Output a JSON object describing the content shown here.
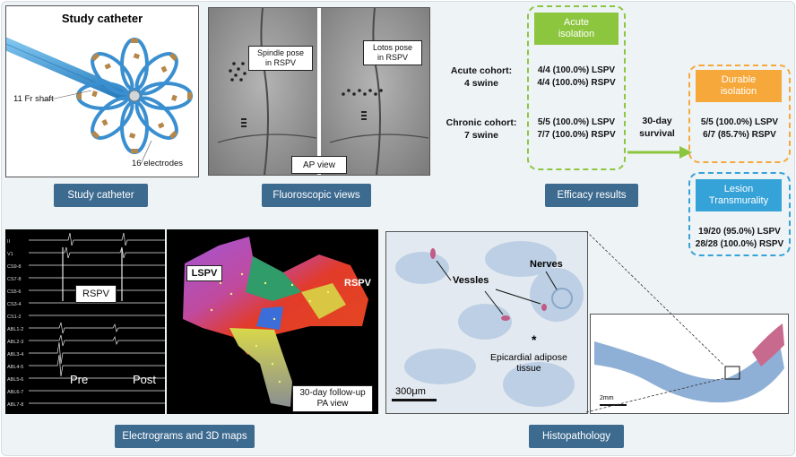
{
  "catheter": {
    "title": "Study catheter",
    "shaft": "11 Fr shaft",
    "electrodes": "16 electrodes",
    "caption": "Study catheter"
  },
  "fluoro": {
    "spindle": [
      "Spindle pose",
      "in RSPV"
    ],
    "lotos": [
      "Lotos pose",
      "in RSPV"
    ],
    "view": "AP view",
    "caption": "Fluoroscopic views"
  },
  "efficacy": {
    "acute_header": [
      "Acute",
      "isolation"
    ],
    "acute_cohort": [
      "Acute cohort:",
      "4 swine"
    ],
    "acute_values": [
      "4/4 (100.0%) LSPV",
      "4/4 (100.0%) RSPV"
    ],
    "chronic_cohort": [
      "Chronic cohort:",
      "7 swine"
    ],
    "chronic_values": [
      "5/5 (100.0%) LSPV",
      "7/7 (100.0%) RSPV"
    ],
    "survival": [
      "30-day",
      "survival"
    ],
    "durable_header": [
      "Durable",
      "isolation"
    ],
    "durable_values": [
      "5/5 (100.0%) LSPV",
      "6/7 (85.7%) RSPV"
    ],
    "lesion_header": [
      "Lesion",
      "Transmurality"
    ],
    "lesion_values": [
      "19/20 (95.0%) LSPV",
      "28/28 (100.0%) RSPV"
    ],
    "caption": "Efficacy results",
    "colors": {
      "acute": "#8cc63f",
      "durable": "#f6a83a",
      "lesion": "#35a2d8"
    }
  },
  "egm": {
    "leads": [
      "II",
      "V1",
      "CS9-8",
      "CS7-8",
      "CS5-6",
      "CS3-4",
      "CS1-2",
      "ABL1-2",
      "ABL2-3",
      "ABL3-4",
      "ABL4-5",
      "ABL5-6",
      "ABL6-7",
      "ABL7-8"
    ],
    "rspv": "RSPV",
    "pre": "Pre",
    "post": "Post"
  },
  "map3d": {
    "lspv": "LSPV",
    "rspv": "RSPV",
    "followup": [
      "30-day follow-up",
      "PA view"
    ],
    "caption": "Electrograms and 3D maps"
  },
  "histo": {
    "vessels": "Vessles",
    "nerves": "Nerves",
    "adipose": [
      "Epicardial adipose",
      "tissue"
    ],
    "asterisk": "*",
    "scale1": "300μm",
    "scale2": "2mm",
    "caption": "Histopathology"
  }
}
